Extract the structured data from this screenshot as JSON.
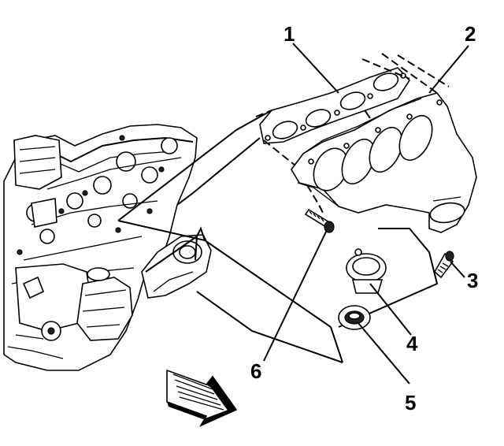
{
  "callouts": {
    "c1": "1",
    "c2": "2",
    "c3": "3",
    "c4": "4",
    "c5": "5",
    "c6": "6"
  },
  "parts": {
    "p1": "exhaust-manifold-gasket",
    "p2": "exhaust-manifold",
    "p3": "manifold-stud-bolt",
    "p4": "manifold-outlet-gasket",
    "p5": "manifold-outlet-seal-ring",
    "p6": "manifold-bolt"
  },
  "colors": {
    "line": "#000000",
    "background": "#ffffff"
  }
}
